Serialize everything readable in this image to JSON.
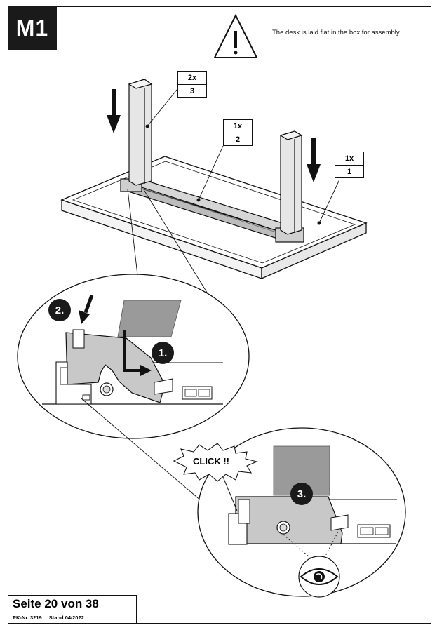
{
  "step": {
    "label": "M1"
  },
  "note": {
    "text": "The desk is laid flat in the box for assembly."
  },
  "parts": [
    {
      "qty": "2x",
      "number": "3"
    },
    {
      "qty": "1x",
      "number": "2"
    },
    {
      "qty": "1x",
      "number": "1"
    }
  ],
  "steps": {
    "one": "1.",
    "two": "2.",
    "three": "3."
  },
  "click_label": "CLICK !!",
  "footer": {
    "page": "Seite 20 von 38",
    "pk": "PK-Nr. 3219",
    "stand": "Stand 04/2022"
  },
  "icons": [
    "warning-icon",
    "eye-icon",
    "arrow-down-icon"
  ]
}
